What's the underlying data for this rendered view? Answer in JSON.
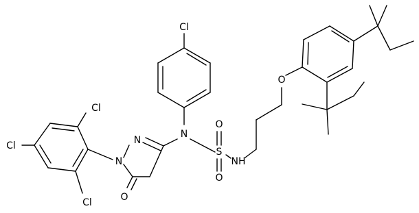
{
  "atom_labels": {
    "cl_top": "Cl",
    "cl_left_top": "Cl",
    "cl_left": "Cl",
    "cl_left_bottom": "Cl",
    "n_pyrazole_1": "N",
    "n_pyrazole_2": "N",
    "n_sulfonamide": "N",
    "o_ketone": "O",
    "s_sulfonyl": "S",
    "o_sulfonyl_top": "O",
    "o_sulfonyl_bottom": "O",
    "nh_amine": "NH",
    "o_ether": "O"
  }
}
